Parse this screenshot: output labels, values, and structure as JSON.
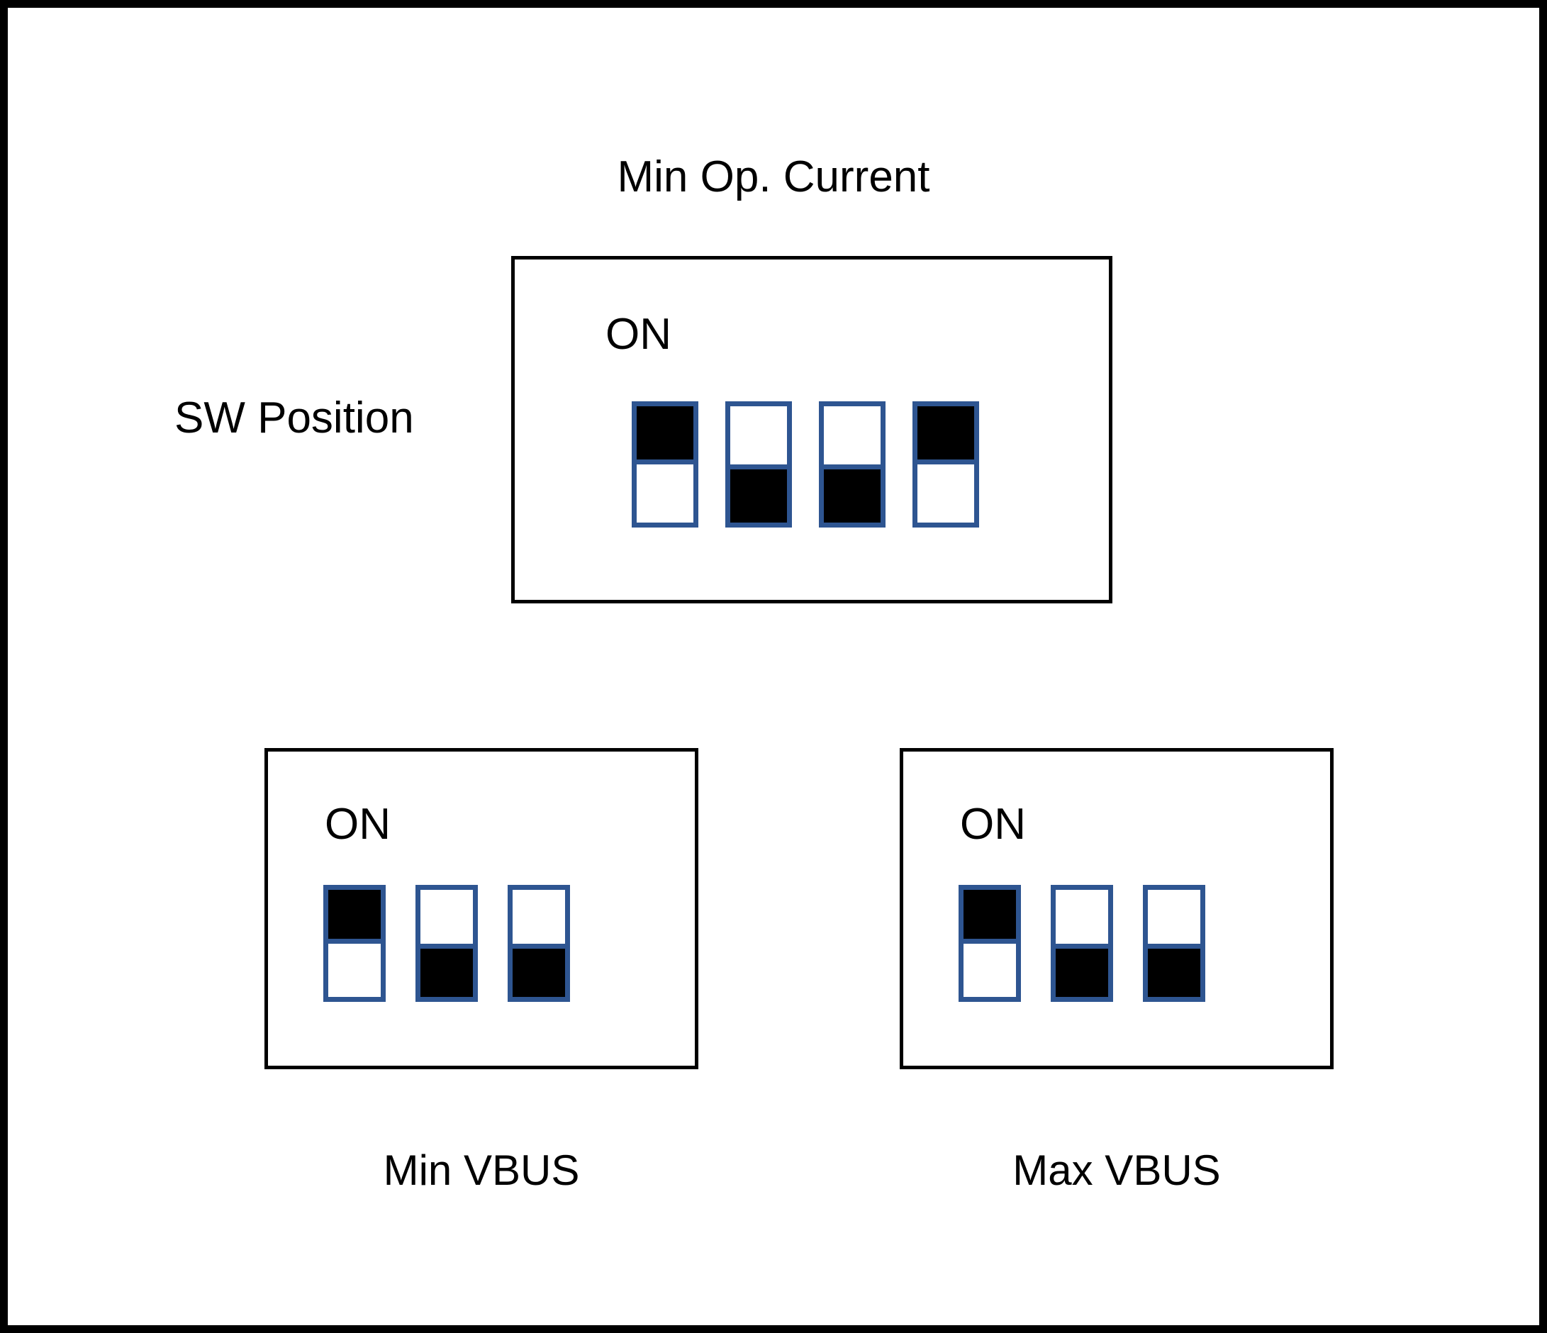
{
  "diagram": {
    "title": "Min Op. Current",
    "row_label": "SW Position",
    "switch_on_fill_color": "#000000",
    "switch_border_color": "#2E5591",
    "frame_color": "#000000",
    "background_color": "#FFFFFF"
  },
  "panels": [
    {
      "id": "min-op-current",
      "on_label": "ON",
      "title_above": "Min Op. Current",
      "caption_below": "",
      "switch_count": 4,
      "switches": [
        {
          "index": 1,
          "state": "ON",
          "filled_half": "top"
        },
        {
          "index": 2,
          "state": "OFF",
          "filled_half": "bottom"
        },
        {
          "index": 3,
          "state": "OFF",
          "filled_half": "bottom"
        },
        {
          "index": 4,
          "state": "ON",
          "filled_half": "top"
        }
      ]
    },
    {
      "id": "min-vbus",
      "on_label": "ON",
      "title_above": "",
      "caption_below": "Min VBUS",
      "switch_count": 3,
      "switches": [
        {
          "index": 1,
          "state": "ON",
          "filled_half": "top"
        },
        {
          "index": 2,
          "state": "OFF",
          "filled_half": "bottom"
        },
        {
          "index": 3,
          "state": "OFF",
          "filled_half": "bottom"
        }
      ]
    },
    {
      "id": "max-vbus",
      "on_label": "ON",
      "title_above": "",
      "caption_below": "Max VBUS",
      "switch_count": 3,
      "switches": [
        {
          "index": 1,
          "state": "ON",
          "filled_half": "top"
        },
        {
          "index": 2,
          "state": "OFF",
          "filled_half": "bottom"
        },
        {
          "index": 3,
          "state": "OFF",
          "filled_half": "bottom"
        }
      ]
    }
  ],
  "captions": {
    "min_vbus": "Min VBUS",
    "max_vbus": "Max VBUS"
  }
}
